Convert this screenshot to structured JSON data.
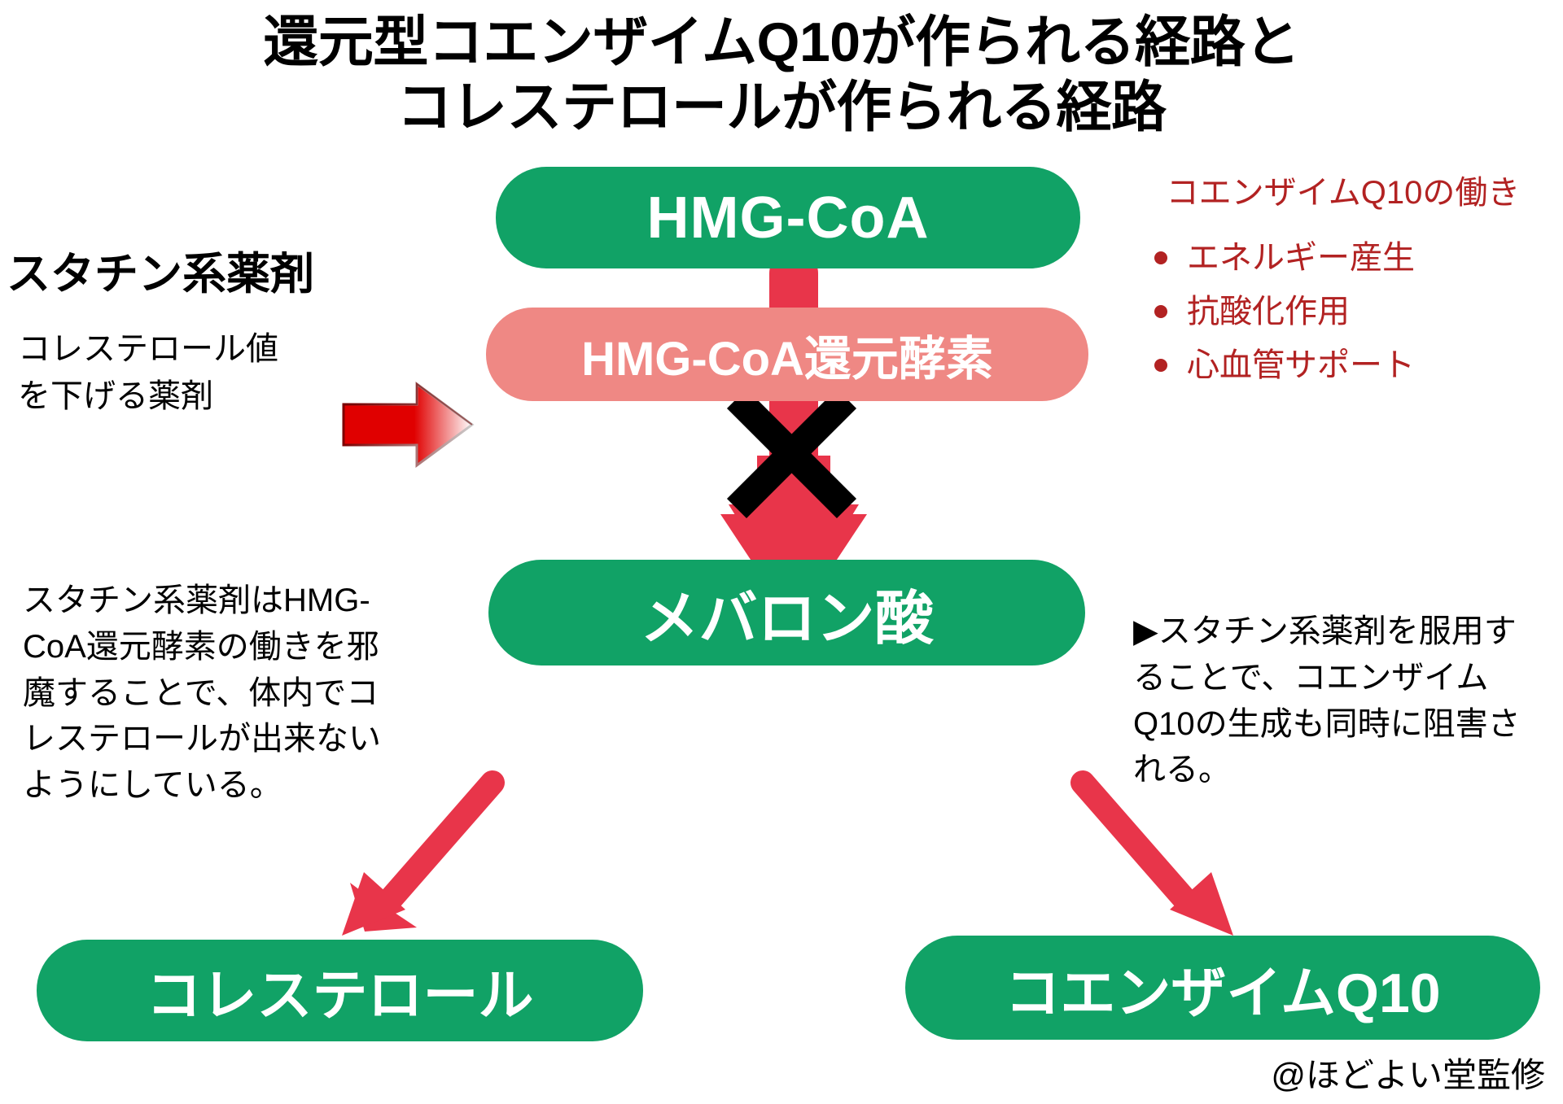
{
  "title": {
    "line1": "還元型コエンザイムQ10が作られる経路と",
    "line2": "コレステロールが作られる経路"
  },
  "nodes": {
    "hmg_coa": "HMG-CoA",
    "hmg_coa_reductase": "HMG-CoA還元酵素",
    "mevalonate": "メバロン酸",
    "cholesterol": "コレステロール",
    "coenzyme_q10": "コエンザイムQ10"
  },
  "left_panel": {
    "heading": "スタチン系薬剤",
    "subtext": "コレステロール値を下げる薬剤",
    "paragraph": "スタチン系薬剤はHMG-CoA還元酵素の働きを邪魔することで、体内でコレステロールが出来ないようにしている。"
  },
  "right_panel": {
    "paragraph": "▶スタチン系薬剤を服用することで、コエンザイムQ10の生成も同時に阻害される。"
  },
  "coq10_notes": {
    "title": "コエンザイムQ10の働き",
    "items": [
      "エネルギー産生",
      "抗酸化作用",
      "心血管サポート"
    ]
  },
  "watermark": "@ほどよい堂監修",
  "icons": {
    "blocked_mark": "x-cross-icon",
    "down_arrow": "down-arrow-icon",
    "right_arrow": "right-arrow-icon",
    "branch_left_arrow": "diagonal-arrow-left-icon",
    "branch_right_arrow": "diagonal-arrow-right-icon"
  },
  "colors": {
    "green": "#11a266",
    "pink": "#ef8884",
    "red": "#e8354a",
    "bright_red": "#ee0000",
    "note_red": "#b22222",
    "black": "#000000",
    "white": "#ffffff"
  }
}
